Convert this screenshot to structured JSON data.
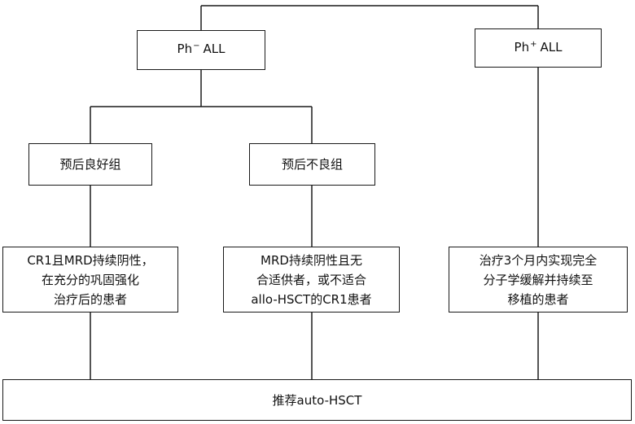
{
  "nodes": {
    "ph_neg": {
      "prefix": "Ph",
      "sup": "−",
      "suffix": "ALL"
    },
    "ph_pos": {
      "prefix": "Ph",
      "sup": "+",
      "suffix": "ALL"
    },
    "good_prognosis": {
      "lines": [
        "预后良好组"
      ]
    },
    "poor_prognosis": {
      "lines": [
        "预后不良组"
      ]
    },
    "cr1_mrd_negative": {
      "lines": [
        "CR1且MRD持续阴性，",
        "在充分的巩固强化",
        "治疗后的患者"
      ]
    },
    "mrd_negative_no_donor": {
      "lines": [
        "MRD持续阴性且无",
        "合适供者，或不适合",
        "allo-HSCT的CR1患者"
      ]
    },
    "complete_molecular_remission": {
      "lines": [
        "治疗3个月内实现完全",
        "分子学缓解并持续至",
        "移植的患者"
      ]
    },
    "recommend": {
      "lines": [
        "推荐auto-HSCT"
      ]
    }
  }
}
